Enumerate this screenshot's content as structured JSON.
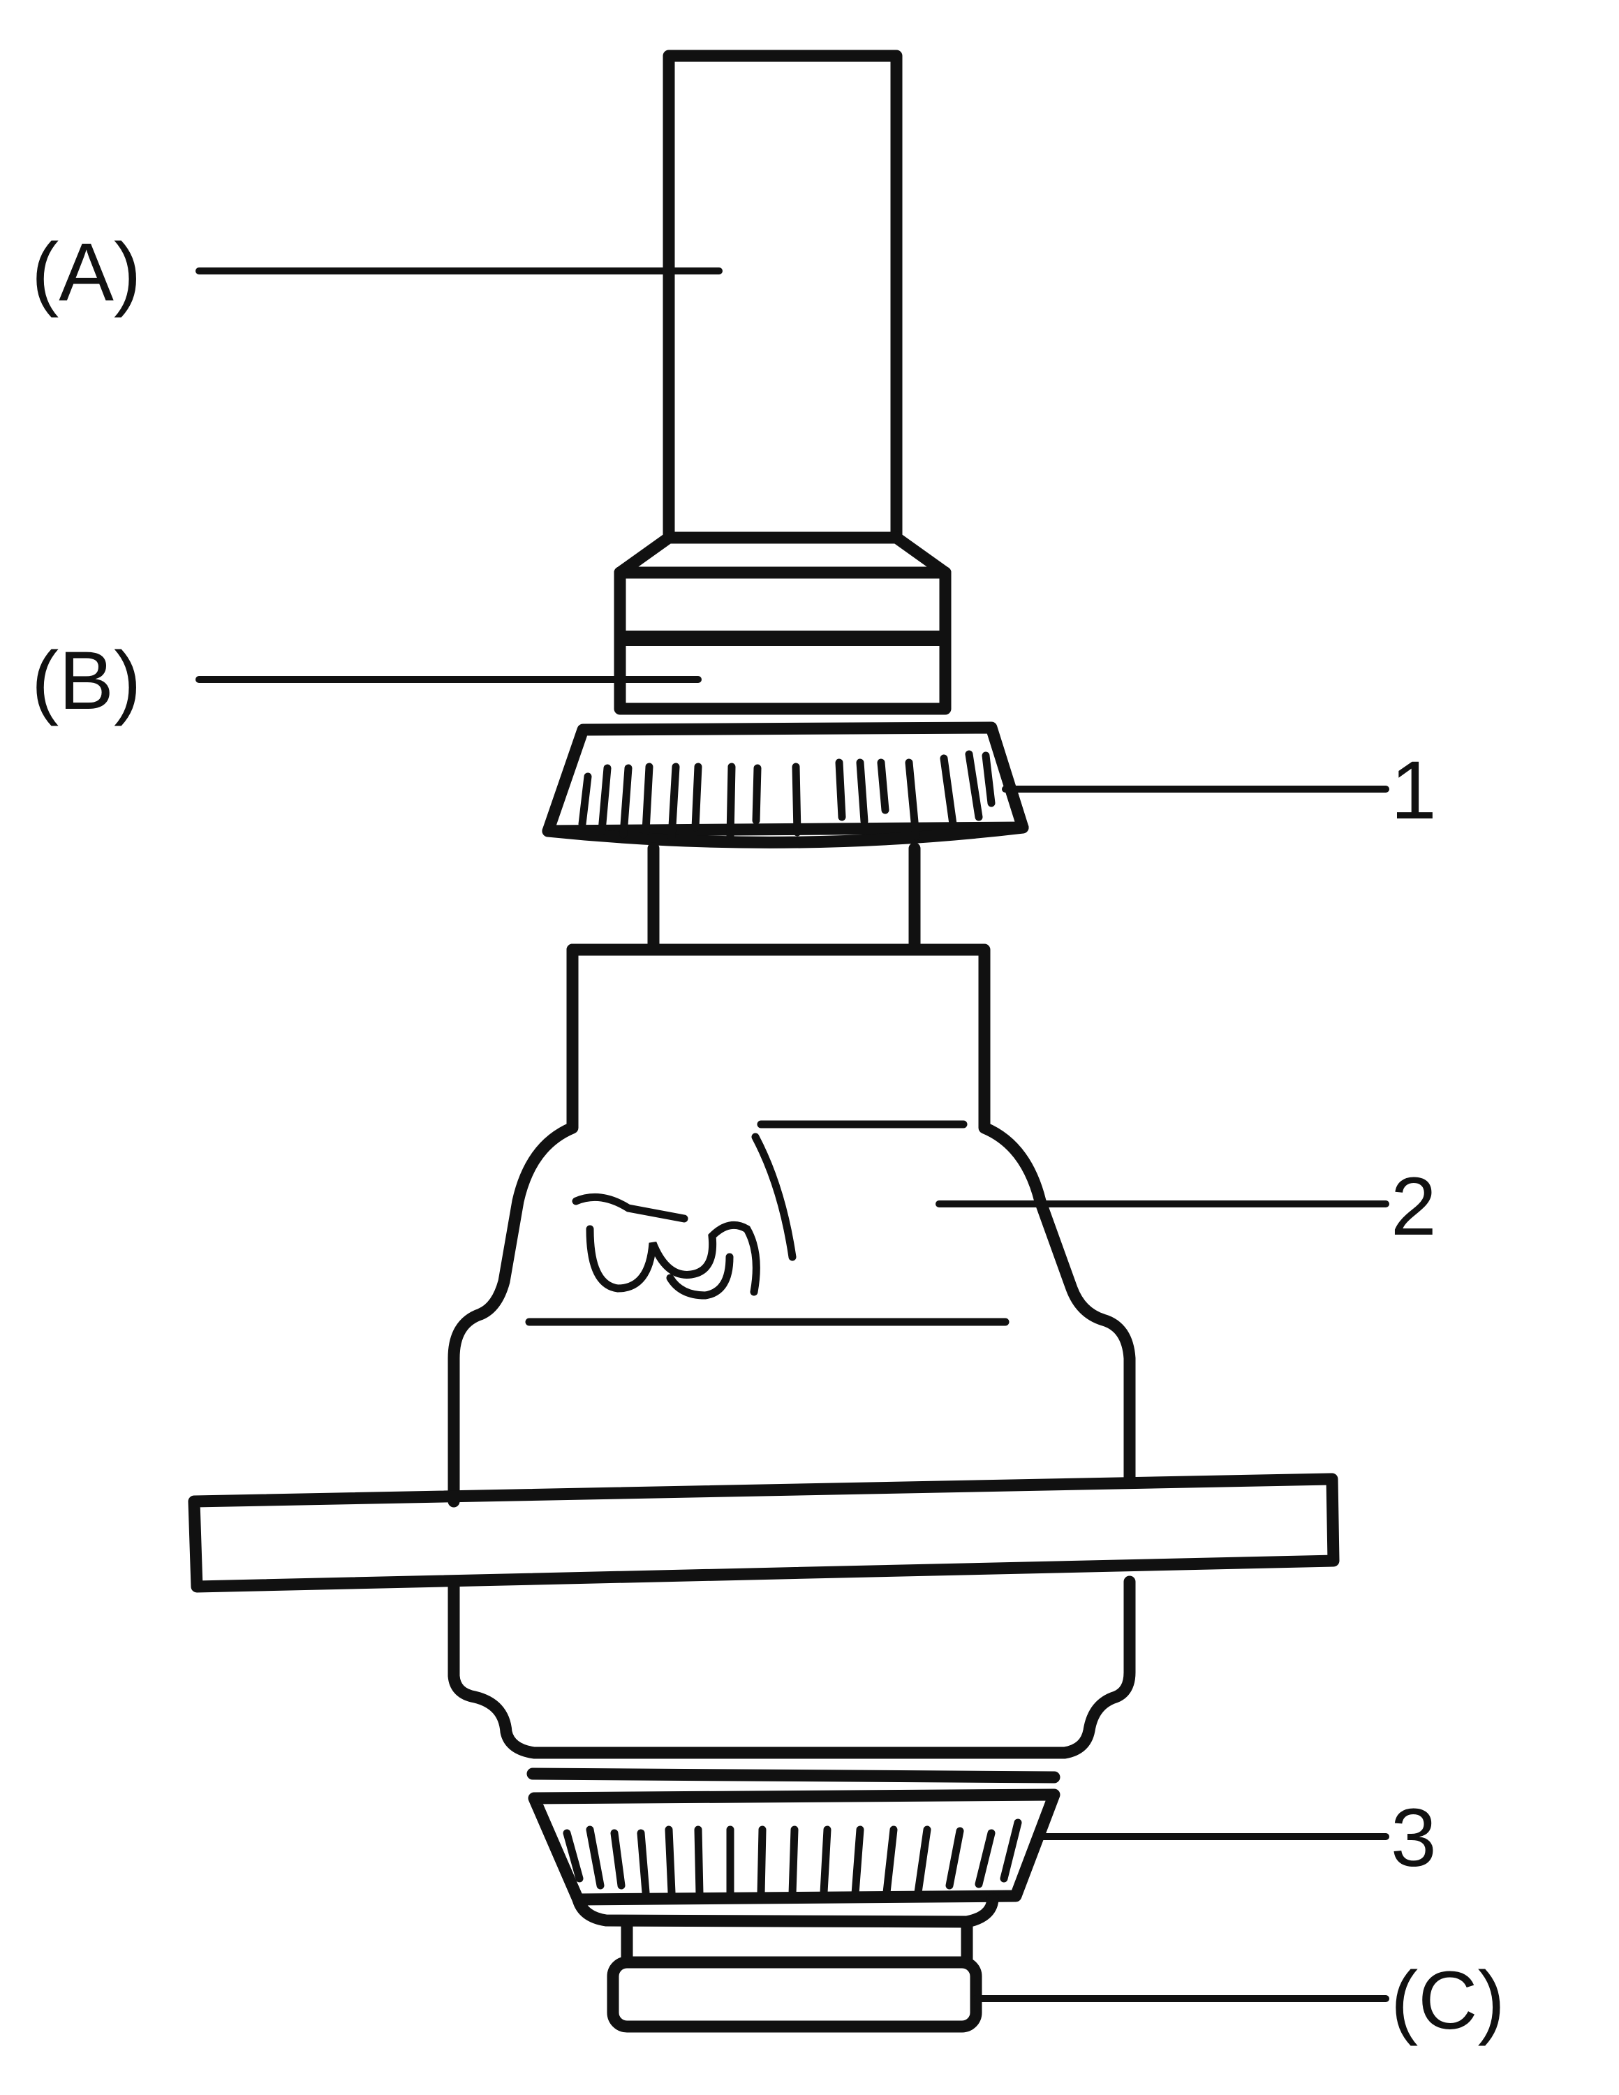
{
  "callouts": {
    "a": "(A)",
    "b": "(B)",
    "c": "(C)",
    "n1": "1",
    "n2": "2",
    "n3": "3"
  },
  "colors": {
    "ink": "#111111",
    "background": "#ffffff"
  }
}
